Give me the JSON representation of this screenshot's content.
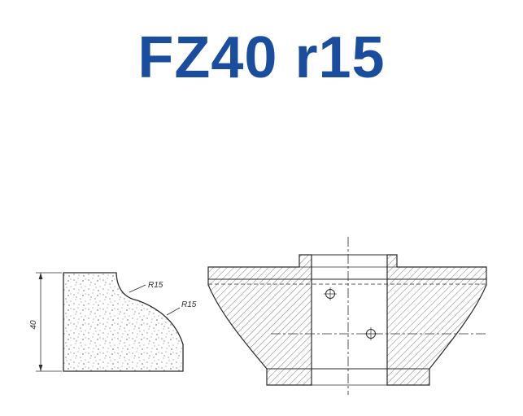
{
  "title": "FZ40 r15",
  "colors": {
    "title": "#1a4d9e",
    "line": "#2b2b2b"
  },
  "profile_view": {
    "dimension_height": "40",
    "radius_top": "R15",
    "radius_bottom": "R15"
  }
}
